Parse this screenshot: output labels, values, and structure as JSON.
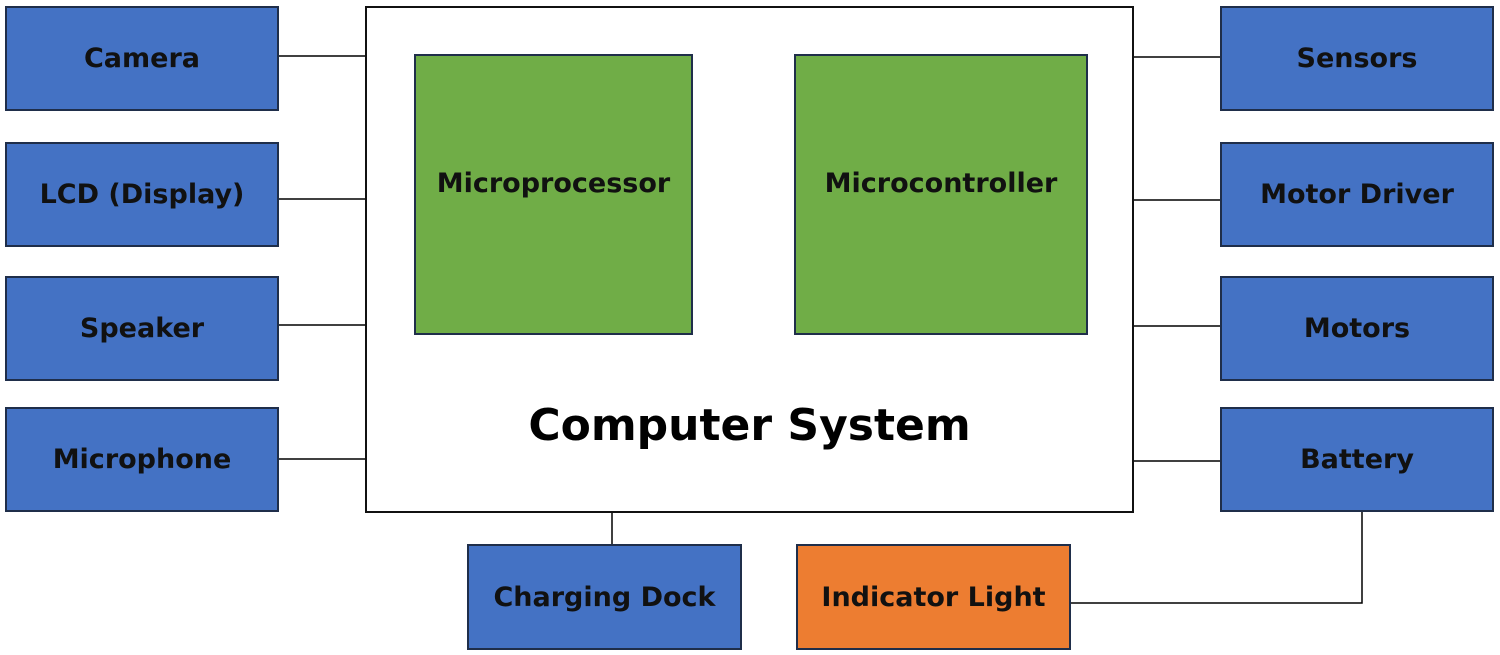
{
  "system": {
    "title": "Computer System",
    "processors": [
      "Microprocessor",
      "Microcontroller"
    ]
  },
  "left_components": [
    "Camera",
    "LCD (Display)",
    "Speaker",
    "Microphone"
  ],
  "right_components": [
    "Sensors",
    "Motor Driver",
    "Motors",
    "Battery"
  ],
  "bottom_components": {
    "charging": "Charging Dock",
    "indicator": "Indicator Light"
  },
  "colors": {
    "component": "#4472c4",
    "processor": "#70ad47",
    "indicator": "#ed7d31",
    "line": "#000000"
  }
}
